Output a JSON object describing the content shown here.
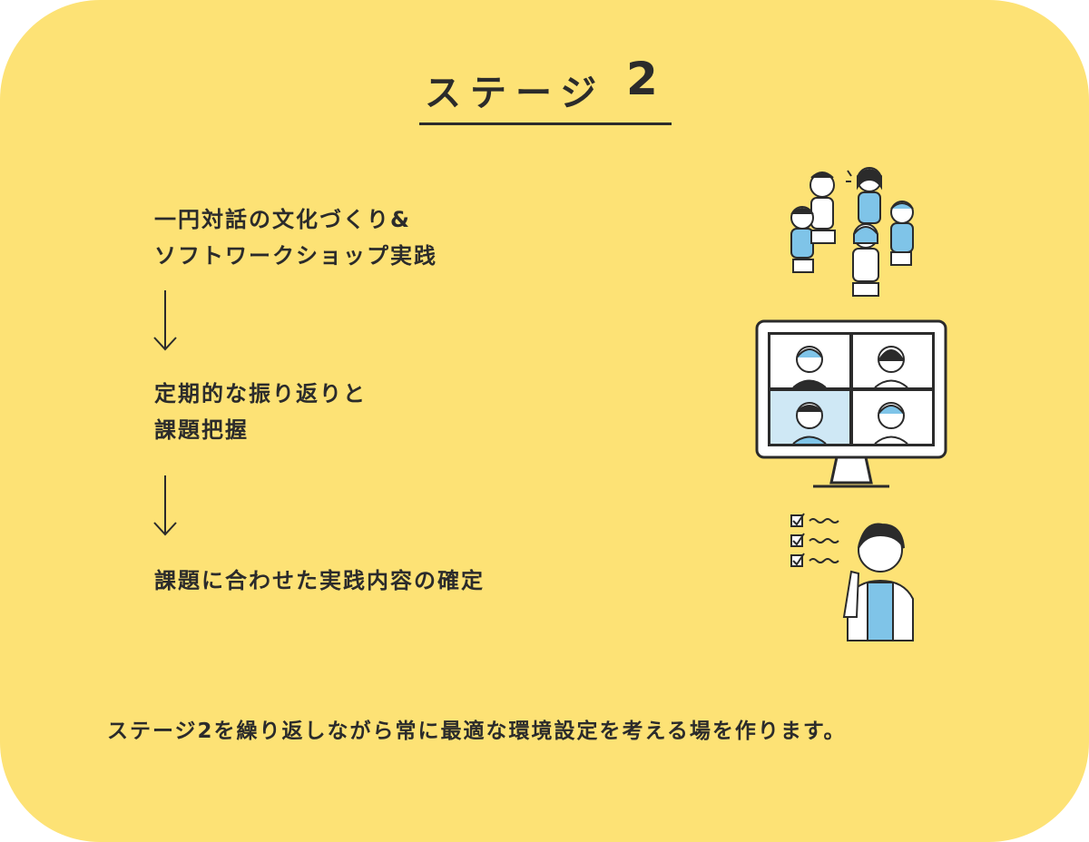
{
  "title": {
    "text": "ステージ",
    "number": "2"
  },
  "steps": [
    {
      "line1": "一円対話の文化づくり&",
      "line2": "ソフトワークショップ実践"
    },
    {
      "line1": "定期的な振り返りと",
      "line2": "課題把握"
    },
    {
      "line1": "課題に合わせた実践内容の確定",
      "line2": ""
    }
  ],
  "footer": {
    "text": "ステージ2を繰り返しながら常に最適な環境設定を考える場を作ります。"
  },
  "colors": {
    "background": "#fde275",
    "text": "#2b2b2b",
    "accent_blue": "#7fc4e8"
  },
  "icons": {
    "arrow": "down-arrow-icon",
    "illustration_1": "people-circle-illustration",
    "illustration_2": "video-call-monitor-illustration",
    "illustration_3": "teacher-checklist-illustration"
  }
}
